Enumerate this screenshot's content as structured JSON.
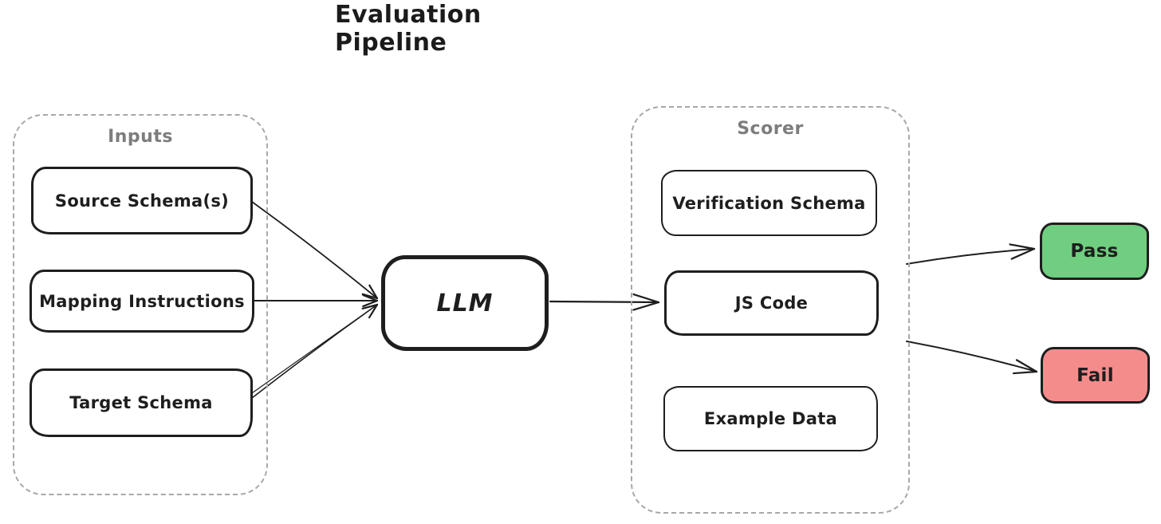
{
  "title": "Evaluation Pipeline",
  "colors": {
    "stroke": "#1e1e1e",
    "group_border": "#a8a8a8",
    "group_label": "#7d7d7d",
    "pass_fill": "#6fce7f",
    "fail_fill": "#f58c8c"
  },
  "groups": {
    "inputs": {
      "label": "Inputs",
      "items": [
        {
          "id": "source-schema",
          "label": "Source Schema(s)"
        },
        {
          "id": "mapping-instructions",
          "label": "Mapping Instructions"
        },
        {
          "id": "target-schema",
          "label": "Target Schema"
        }
      ]
    },
    "scorer": {
      "label": "Scorer",
      "items": [
        {
          "id": "verification-schema",
          "label": "Verification Schema"
        },
        {
          "id": "js-code",
          "label": "JS Code"
        },
        {
          "id": "example-data",
          "label": "Example Data"
        }
      ]
    }
  },
  "nodes": {
    "llm": {
      "label": "LLM"
    },
    "pass": {
      "label": "Pass"
    },
    "fail": {
      "label": "Fail"
    }
  },
  "edges": [
    {
      "from": "source-schema",
      "to": "llm"
    },
    {
      "from": "mapping-instructions",
      "to": "llm"
    },
    {
      "from": "target-schema",
      "to": "llm"
    },
    {
      "from": "llm",
      "to": "js-code"
    },
    {
      "from": "scorer",
      "to": "pass"
    },
    {
      "from": "scorer",
      "to": "fail"
    }
  ]
}
